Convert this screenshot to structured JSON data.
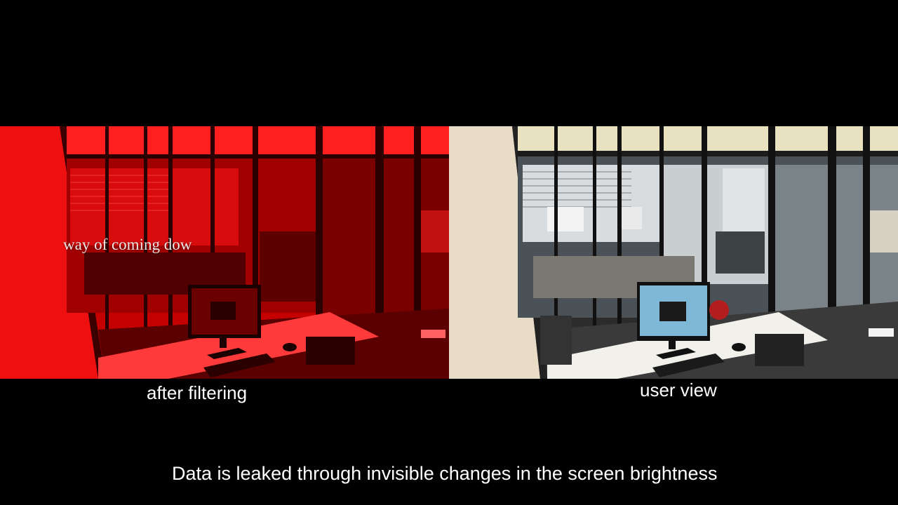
{
  "captions": {
    "left": "after filtering",
    "right": "user view",
    "bottom": "Data is leaked through invisible changes in the screen brightness"
  },
  "overlay": {
    "decoded_text": "way of coming dow"
  },
  "colors": {
    "background": "#000000",
    "filtered_tint": "#ff0000",
    "caption_text": "#ffffff"
  }
}
